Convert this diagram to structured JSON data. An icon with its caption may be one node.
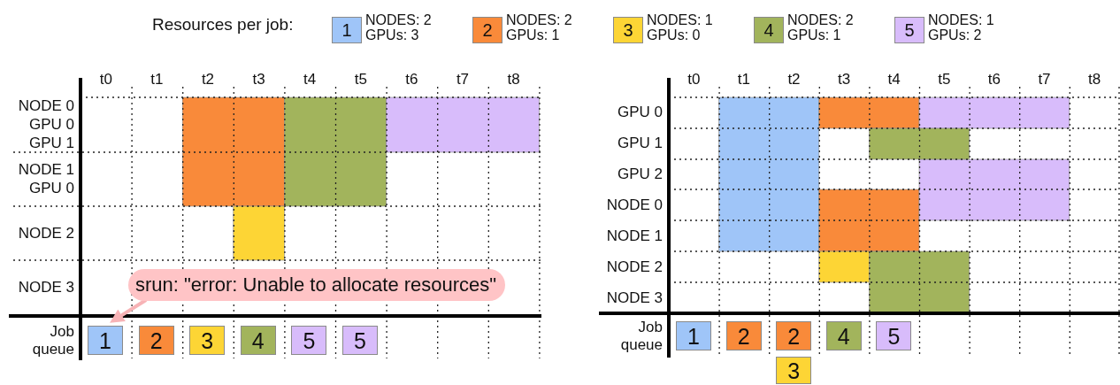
{
  "diagram": {
    "nodes": [
      {
        "text": [
          "1"
        ]
      },
      {
        "text": [
          "2"
        ]
      },
      {
        "text": [
          "3"
        ]
      },
      {
        "text": [
          "4"
        ]
      },
      {
        "text": [
          "5"
        ]
      },
      {
        "text": [
          "5"
        ]
      },
      {
        "text": [
          "srun: \"error: Unable to allocate resources\""
        ]
      },
      {
        "text": [
          "1"
        ]
      },
      {
        "text": [
          "2"
        ]
      },
      {
        "text": [
          "2"
        ]
      },
      {
        "text": [
          "4"
        ]
      },
      {
        "text": [
          "5"
        ]
      },
      {
        "text": [
          "3"
        ]
      }
    ],
    "edges": [
      {
        "from": 6,
        "to": 0,
        "arrow": "to"
      }
    ],
    "labels": [
      "Resources per job:",
      "1",
      "2",
      "3",
      "4",
      "5",
      "t0",
      "t1",
      "t2",
      "t3",
      "t4",
      "t5",
      "t6",
      "t7",
      "t8",
      "NODE 0",
      "GPU 0",
      "GPU 1",
      "NODE 1",
      "GPU 0",
      "NODE 2",
      "NODE 3",
      "Job queue",
      "t0",
      "t1",
      "t2",
      "t3",
      "t4",
      "t5",
      "t6",
      "t7",
      "t8",
      "GPU 0",
      "GPU 1",
      "GPU 2",
      "NODE 0",
      "NODE 1",
      "NODE 2",
      "NODE 3",
      "Job queue"
    ],
    "legend": [
      {
        "text": "NODES: 2 GPUs: 3",
        "color": "#9fc5f8"
      },
      {
        "text": "NODES: 2 GPUs: 1",
        "color": "#f98a3a"
      },
      {
        "text": "NODES: 1 GPUs: 0",
        "color": "#fdd535"
      },
      {
        "text": "NODES: 2 GPUs: 1",
        "color": "#a2b45c"
      },
      {
        "text": "NODES: 1 GPUs: 2",
        "color": "#d8bcfb"
      }
    ]
  }
}
